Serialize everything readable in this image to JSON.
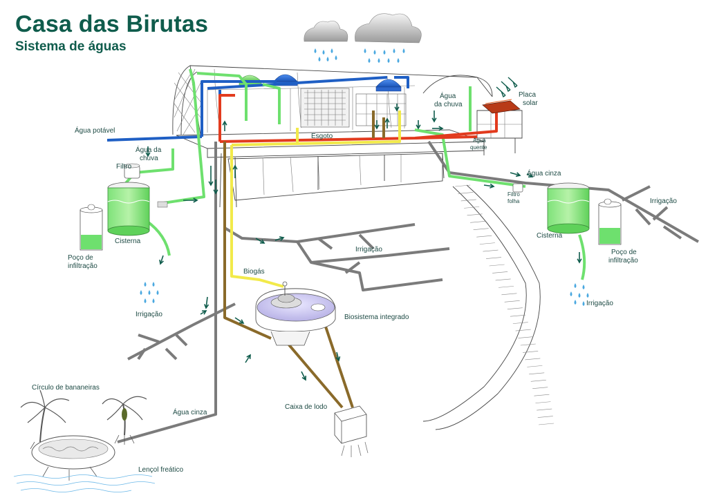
{
  "header": {
    "title": "Casa das Birutas",
    "subtitle": "Sistema de águas"
  },
  "labels": {
    "agua_potavel": "Água potável",
    "agua_chuva_1": "Água da",
    "agua_chuva_2": "chuva",
    "filtro": "Filtro",
    "cisterna_left": "Cisterna",
    "poco_left_1": "Poço de",
    "poco_left_2": "infiltração",
    "irrigacao_left": "Irrigação",
    "circulo_bananeiras": "Círculo de bananeiras",
    "agua_cinza_left": "Água cinza",
    "lencol_freatico": "Lençol freático",
    "esgoto": "Esgoto",
    "agua_quente_1": "Água",
    "agua_quente_2": "quente",
    "agua_chuva_top_1": "Água",
    "agua_chuva_top_2": "da chuva",
    "placa_solar_1": "Placa",
    "placa_solar_2": "solar",
    "agua_cinza_right": "Água cinza",
    "filtro_folha_1": "Filtro",
    "filtro_folha_2": "folha",
    "cisterna_right": "Cisterna",
    "poco_right_1": "Poço de",
    "poco_right_2": "infiltração",
    "irrigacao_right_field": "Irrigação",
    "irrigacao_right_drops": "Irrigação",
    "irrigacao_center": "Irrigação",
    "biogas": "Biogás",
    "biosistema": "Biosistema integrado",
    "caixa_lodo": "Caixa de lodo"
  },
  "colors": {
    "title": "#0f5c4c",
    "potable_water": "#1f5fc4",
    "rain_water": "#6ee06e",
    "hot_water": "#e23b1e",
    "biogas": "#f2ea4a",
    "sewage": "#8a6a2a",
    "grey_water": "#7b7b7b",
    "water_drop": "#4aa8e0",
    "label_text": "#1d4a44"
  }
}
